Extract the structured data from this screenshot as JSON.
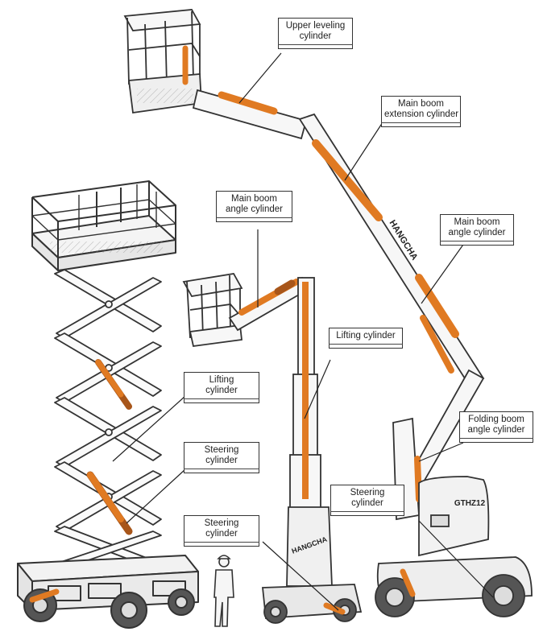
{
  "colors": {
    "line": "#222222",
    "cylinder": "#e07a22",
    "cylinder_dark": "#a8561a",
    "frame": "#555555"
  },
  "brand_boom": "HANGCHA",
  "brand_mast": "HANGCHA",
  "model": "GTHZ12",
  "labels": {
    "upper_leveling": [
      "Upper leveling",
      "cylinder"
    ],
    "main_boom_extension": [
      "Main boom",
      "extension cylinder"
    ],
    "main_boom_angle_mid": [
      "Main boom",
      "angle cylinder"
    ],
    "main_boom_angle_right": [
      "Main boom",
      "angle cylinder"
    ],
    "lifting_mast": [
      "Lifting cylinder"
    ],
    "lifting_scissor": [
      "Lifting",
      "cylinder"
    ],
    "steering_scissor": [
      "Steering",
      "cylinder"
    ],
    "steering_mast": [
      "Steering",
      "cylinder"
    ],
    "steering_boom": [
      "Steering",
      "cylinder"
    ],
    "folding_boom_angle": [
      "Folding boom",
      "angle cylinder"
    ]
  }
}
